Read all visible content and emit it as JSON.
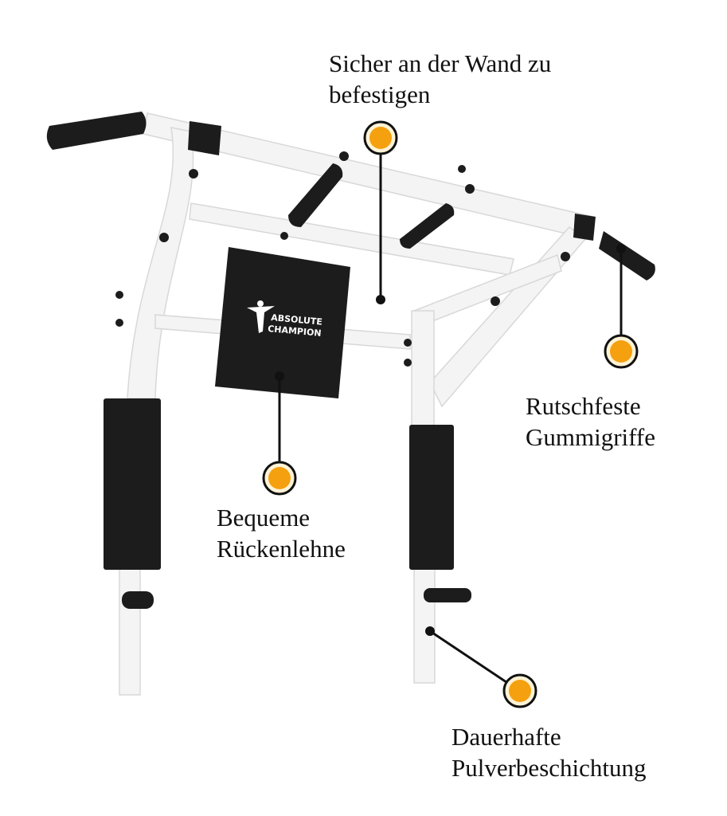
{
  "product": {
    "brand_logo_text": "ABSOLUTE CHAMPION",
    "frame_color": "#f2f2f2",
    "pad_color": "#1c1c1c"
  },
  "callouts": [
    {
      "id": "wall-mount",
      "lines": [
        "Sicher an der Wand zu",
        "befestigen"
      ]
    },
    {
      "id": "grips",
      "lines": [
        "Rutschfeste",
        "Gummigriffe"
      ]
    },
    {
      "id": "backrest",
      "lines": [
        "Bequeme",
        "Rückenlehne"
      ]
    },
    {
      "id": "coating",
      "lines": [
        "Dauerhafte",
        "Pulverbeschichtung"
      ]
    }
  ],
  "marker": {
    "ring": "#111111",
    "inner": "#fff3d6",
    "fill": "#f5a00f"
  }
}
